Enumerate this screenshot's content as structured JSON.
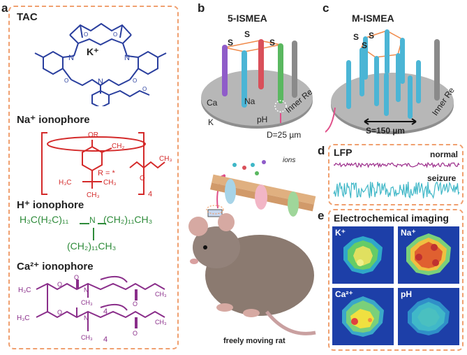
{
  "panels": {
    "a": "a",
    "b": "b",
    "c": "c",
    "d": "d",
    "e": "e"
  },
  "panel_a": {
    "tac_title": "TAC",
    "tac_ion": "K⁺",
    "na_title": "Na⁺ ionophore",
    "na_r_label": "R = *",
    "na_subscript": "4",
    "h_title": "H⁺ ionophore",
    "h_left_group": "H₃C(H₂C)₁₁",
    "h_right_group": "(CH₂)₁₁CH₃",
    "h_bottom_group": "(CH₂)₁₁CH₃",
    "h_n": "N",
    "ca_title": "Ca²⁺ ionophore",
    "ca_sub1": "4",
    "ca_sub2": "4"
  },
  "panel_b": {
    "title": "5-ISMEA",
    "s_top": "S",
    "s_left": "S",
    "s_right": "S",
    "electrode_ca": "Ca",
    "electrode_na": "Na",
    "electrode_k": "K",
    "electrode_ph": "pH",
    "inner_re": "Inner Re",
    "diameter": "D=25 µm"
  },
  "panel_c": {
    "title": "M-ISMEA",
    "s1": "S",
    "s2": "S",
    "s3": "S",
    "inner_re": "Inner Re",
    "spacing": "S=150 µm"
  },
  "panel_rat": {
    "ions_label": "ions",
    "caption": "freely moving rat"
  },
  "panel_d": {
    "title": "LFP",
    "normal": "normal",
    "seizure": "seizure"
  },
  "panel_e": {
    "title": "Electrochemical imaging",
    "k": "K⁺",
    "na": "Na⁺",
    "ca": "Ca²⁺",
    "ph": "pH"
  },
  "colors": {
    "dashed_border": "#f0a070",
    "tac_blue": "#2a3f9e",
    "na_red": "#d42a2a",
    "h_green": "#2e8b3a",
    "ca_purple": "#8a2e8a",
    "electrode_cyan": "#4bb5d5",
    "lfp_normal": "#9b2b8a",
    "lfp_seizure": "#3fb7c7",
    "map_bg": "#1d3fa8"
  }
}
